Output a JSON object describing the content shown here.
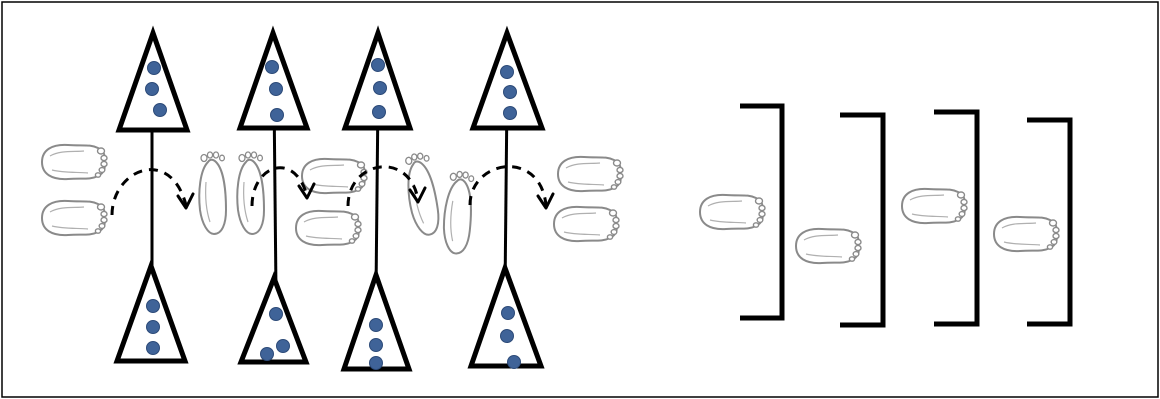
{
  "diagram": {
    "colors": {
      "frame": "#000000",
      "outline": "#000000",
      "dot": "#3f6398",
      "dot_stroke": "#2c4a78",
      "foot_outline": "#8a8a8a",
      "foot_fill": "#ffffff",
      "background": "#ffffff"
    },
    "left_panel": {
      "name": "step-pattern-drill",
      "lanes": [
        {
          "id": "lane-1",
          "top_cone_dots": 3,
          "bottom_cone_dots": 3
        },
        {
          "id": "lane-2",
          "top_cone_dots": 3,
          "bottom_cone_dots": 3
        },
        {
          "id": "lane-3",
          "top_cone_dots": 3,
          "bottom_cone_dots": 3
        },
        {
          "id": "lane-4",
          "top_cone_dots": 3,
          "bottom_cone_dots": 3
        }
      ],
      "footprint_icon": "footprint-icon",
      "arrow_icon": "dashed-curved-arrow-icon",
      "cone_icon": "cone-triangle-icon"
    },
    "right_panel": {
      "name": "bracket-hurdle-drill",
      "hurdles": 4,
      "footprints": 4,
      "hurdle_icon": "bracket-hurdle-icon"
    }
  }
}
